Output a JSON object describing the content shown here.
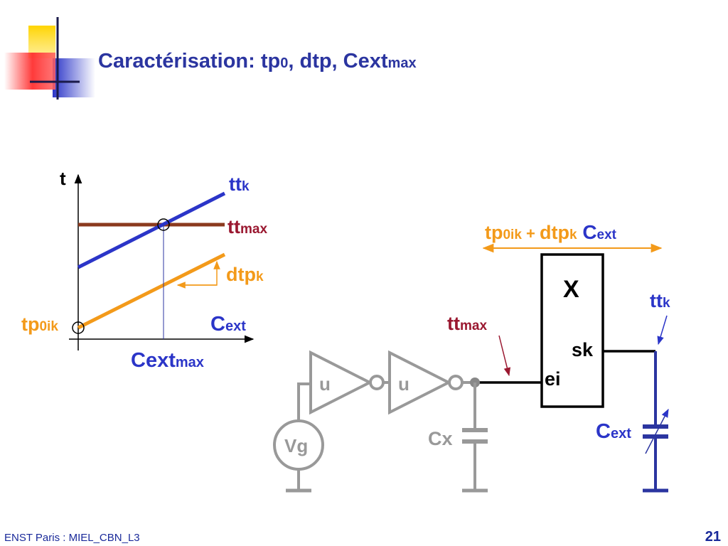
{
  "slide": {
    "title_main": "Caractérisation: tp",
    "title_sub0": "0",
    "title_mid": ", dtp, Cext",
    "title_sub1": "max",
    "footer_left": "ENST Paris : MIEL_CBN_L3",
    "page_number": "21"
  },
  "graph": {
    "y_axis_label": "t",
    "tt_k": {
      "main": "tt",
      "sub": "k"
    },
    "tt_max": {
      "main": "tt",
      "sub": "max"
    },
    "dtp_k": {
      "main": "dtp",
      "sub": "k"
    },
    "tp0ik": {
      "main": "tp",
      "sub": "0ik"
    },
    "cext_axis": {
      "main": "C",
      "sub": "ext"
    },
    "cextmax": {
      "main": "Cext",
      "sub": "max"
    }
  },
  "circuit": {
    "delay_expr": {
      "a": "tp",
      "a_sub": "0ik",
      "plus": " + ",
      "b": "dtp",
      "b_sub": "k",
      "c": " C",
      "c_sub": "ext"
    },
    "cell_name": "X",
    "input_pin": "ei",
    "output_pin": "sk",
    "buffer1_label": "u",
    "buffer2_label": "u",
    "source_label": "Vg",
    "cx_label": "Cx",
    "tt_max": {
      "main": "tt",
      "sub": "max"
    },
    "tt_k": {
      "main": "tt",
      "sub": "k"
    },
    "cext": {
      "main": "C",
      "sub": "ext"
    }
  },
  "colors": {
    "title_blue": "#2b35a0",
    "line_blue": "#2b35c8",
    "brown": "#8b3a1e",
    "orange": "#f39a1a",
    "dark_red": "#9a1830",
    "gray": "#999999"
  }
}
